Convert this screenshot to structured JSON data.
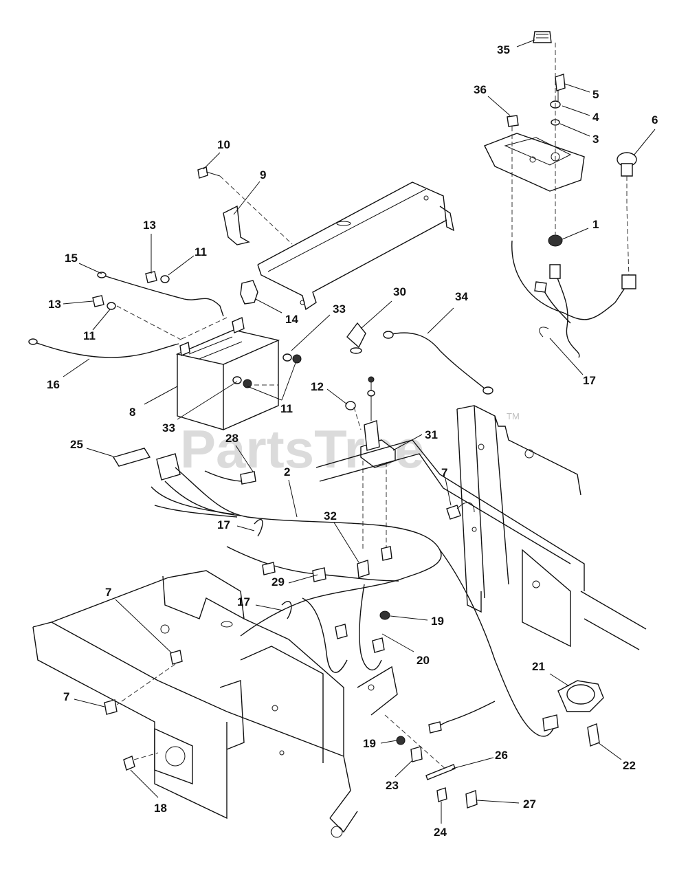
{
  "watermark": {
    "text": "PartsTree",
    "mark": "TM"
  },
  "callouts": [
    {
      "id": "c35",
      "label": "35"
    },
    {
      "id": "c5",
      "label": "5"
    },
    {
      "id": "c4",
      "label": "4"
    },
    {
      "id": "c3",
      "label": "3"
    },
    {
      "id": "c36",
      "label": "36"
    },
    {
      "id": "c6",
      "label": "6"
    },
    {
      "id": "c1",
      "label": "1"
    },
    {
      "id": "c17a",
      "label": "17"
    },
    {
      "id": "c10",
      "label": "10"
    },
    {
      "id": "c9",
      "label": "9"
    },
    {
      "id": "c13a",
      "label": "13"
    },
    {
      "id": "c11a",
      "label": "11"
    },
    {
      "id": "c15",
      "label": "15"
    },
    {
      "id": "c13b",
      "label": "13"
    },
    {
      "id": "c11b",
      "label": "11"
    },
    {
      "id": "c14",
      "label": "14"
    },
    {
      "id": "c33a",
      "label": "33"
    },
    {
      "id": "c30",
      "label": "30"
    },
    {
      "id": "c34",
      "label": "34"
    },
    {
      "id": "c16",
      "label": "16"
    },
    {
      "id": "c8",
      "label": "8"
    },
    {
      "id": "c11c",
      "label": "11"
    },
    {
      "id": "c33b",
      "label": "33"
    },
    {
      "id": "c12",
      "label": "12"
    },
    {
      "id": "c31",
      "label": "31"
    },
    {
      "id": "c25",
      "label": "25"
    },
    {
      "id": "c28",
      "label": "28"
    },
    {
      "id": "c2",
      "label": "2"
    },
    {
      "id": "c7a",
      "label": "7"
    },
    {
      "id": "c17b",
      "label": "17"
    },
    {
      "id": "c32",
      "label": "32"
    },
    {
      "id": "c29",
      "label": "29"
    },
    {
      "id": "c7b",
      "label": "7"
    },
    {
      "id": "c17c",
      "label": "17"
    },
    {
      "id": "c19a",
      "label": "19"
    },
    {
      "id": "c20",
      "label": "20"
    },
    {
      "id": "c21",
      "label": "21"
    },
    {
      "id": "c7c",
      "label": "7"
    },
    {
      "id": "c19b",
      "label": "19"
    },
    {
      "id": "c26",
      "label": "26"
    },
    {
      "id": "c22",
      "label": "22"
    },
    {
      "id": "c23",
      "label": "23"
    },
    {
      "id": "c27",
      "label": "27"
    },
    {
      "id": "c18",
      "label": "18"
    },
    {
      "id": "c24",
      "label": "24"
    }
  ]
}
